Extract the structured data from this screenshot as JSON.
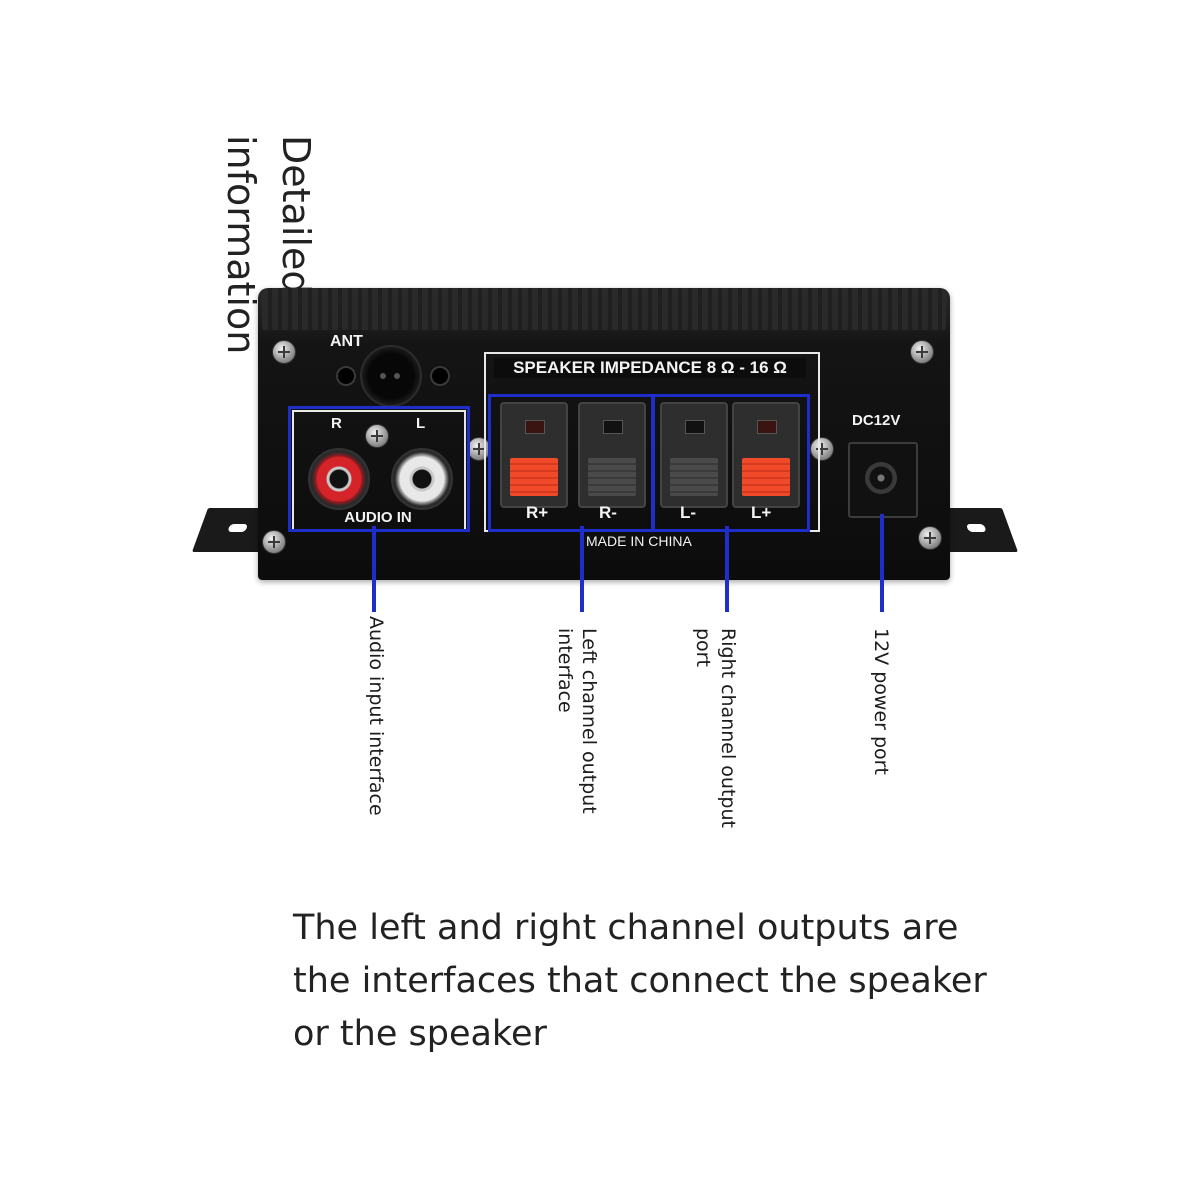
{
  "heading": {
    "line1": "Detailed",
    "line2": "information"
  },
  "panel": {
    "ant_label": "ANT",
    "impedance_label": "SPEAKER IMPEDANCE 8 Ω - 16 Ω",
    "audio_r": "R",
    "audio_l": "L",
    "audio_in_label": "AUDIO IN",
    "terminals": [
      "R+",
      "R-",
      "L-",
      "L+"
    ],
    "made_in": "MADE IN CHINA",
    "dc_label": "DC12V"
  },
  "callouts": {
    "audio_input": "Audio input interface",
    "left_output_line1": "Left channel output",
    "left_output_line2": "interface",
    "right_output_line1": "Right channel output",
    "right_output_line2": "port",
    "power_port": "12V power port"
  },
  "caption": {
    "line1": "The left and right channel outputs are",
    "line2": "the interfaces that connect the speaker",
    "line3": "or the speaker"
  },
  "colors": {
    "callout_blue": "#1f2ec8",
    "device_black": "#0c0c0c",
    "terminal_red": "#f04a2a"
  }
}
